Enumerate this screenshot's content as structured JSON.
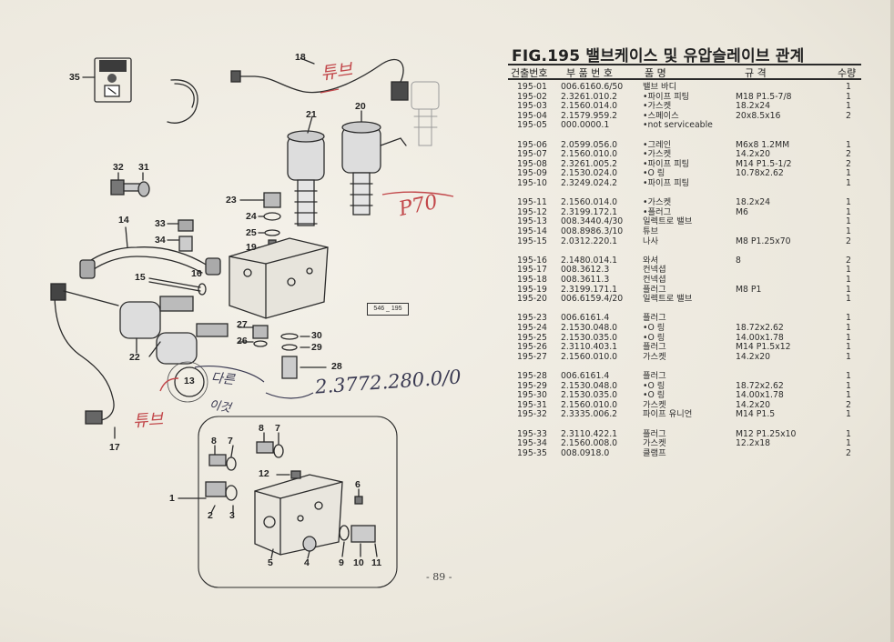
{
  "figure": {
    "title": "FIG.195 밸브케이스 및 유압슬레이브 관계",
    "headers": {
      "no": "건출번호",
      "part": "부 품 번 호",
      "name": "품 명",
      "spec": "규 격",
      "qty": "수량"
    },
    "ref_box": "546 _ 195",
    "page_number": "- 89 -"
  },
  "rows": [
    {
      "no": "195-01",
      "part": "006.6160.6/50",
      "name": "밸브 바디",
      "spec": "",
      "qty": "1"
    },
    {
      "no": "195-02",
      "part": "2.3261.010.2",
      "name": "•파이프 피팅",
      "spec": "M18 P1.5-7/8",
      "qty": "1"
    },
    {
      "no": "195-03",
      "part": "2.1560.014.0",
      "name": "•가스켓",
      "spec": "18.2x24",
      "qty": "1"
    },
    {
      "no": "195-04",
      "part": "2.1579.959.2",
      "name": "•스페이스",
      "spec": "20x8.5x16",
      "qty": "2"
    },
    {
      "no": "195-05",
      "part": "000.0000.1",
      "name": "•not serviceable",
      "spec": "",
      "qty": ""
    },
    {
      "no": "195-06",
      "part": "2.0599.056.0",
      "name": "•그레인",
      "spec": "M6x8  1.2MM",
      "qty": "1"
    },
    {
      "no": "195-07",
      "part": "2.1560.010.0",
      "name": "•가스켓",
      "spec": "14.2x20",
      "qty": "2"
    },
    {
      "no": "195-08",
      "part": "2.3261.005.2",
      "name": "•파이프 피팅",
      "spec": "M14 P1.5-1/2",
      "qty": "2"
    },
    {
      "no": "195-09",
      "part": "2.1530.024.0",
      "name": "•O 링",
      "spec": "10.78x2.62",
      "qty": "1"
    },
    {
      "no": "195-10",
      "part": "2.3249.024.2",
      "name": "•파이프 피팅",
      "spec": "",
      "qty": "1"
    },
    {
      "no": "195-11",
      "part": "2.1560.014.0",
      "name": "•가스켓",
      "spec": "18.2x24",
      "qty": "1"
    },
    {
      "no": "195-12",
      "part": "2.3199.172.1",
      "name": "•플러그",
      "spec": "M6",
      "qty": "1"
    },
    {
      "no": "195-13",
      "part": "008.3440.4/30",
      "name": "일렉트로 밸브",
      "spec": "",
      "qty": "1"
    },
    {
      "no": "195-14",
      "part": "008.8986.3/10",
      "name": "튜브",
      "spec": "",
      "qty": "1"
    },
    {
      "no": "195-15",
      "part": "2.0312.220.1",
      "name": "나사",
      "spec": "M8 P1.25x70",
      "qty": "2"
    },
    {
      "no": "195-16",
      "part": "2.1480.014.1",
      "name": "와셔",
      "spec": "8",
      "qty": "2"
    },
    {
      "no": "195-17",
      "part": "008.3612.3",
      "name": "컨넥셥",
      "spec": "",
      "qty": "1"
    },
    {
      "no": "195-18",
      "part": "008.3611.3",
      "name": "컨넥셥",
      "spec": "",
      "qty": "1"
    },
    {
      "no": "195-19",
      "part": "2.3199.171.1",
      "name": "플러그",
      "spec": "M8 P1",
      "qty": "1"
    },
    {
      "no": "195-20",
      "part": "006.6159.4/20",
      "name": "일렉트로 밸브",
      "spec": "",
      "qty": "1"
    },
    {
      "no": "195-23",
      "part": "006.6161.4",
      "name": "플러그",
      "spec": "",
      "qty": "1"
    },
    {
      "no": "195-24",
      "part": "2.1530.048.0",
      "name": "•O 링",
      "spec": "18.72x2.62",
      "qty": "1"
    },
    {
      "no": "195-25",
      "part": "2.1530.035.0",
      "name": "•O 링",
      "spec": "14.00x1.78",
      "qty": "1"
    },
    {
      "no": "195-26",
      "part": "2.3110.403.1",
      "name": "플러그",
      "spec": "M14 P1.5x12",
      "qty": "1"
    },
    {
      "no": "195-27",
      "part": "2.1560.010.0",
      "name": "가스켓",
      "spec": "14.2x20",
      "qty": "1"
    },
    {
      "no": "195-28",
      "part": "006.6161.4",
      "name": "플러그",
      "spec": "",
      "qty": "1"
    },
    {
      "no": "195-29",
      "part": "2.1530.048.0",
      "name": "•O 링",
      "spec": "18.72x2.62",
      "qty": "1"
    },
    {
      "no": "195-30",
      "part": "2.1530.035.0",
      "name": "•O 링",
      "spec": "14.00x1.78",
      "qty": "1"
    },
    {
      "no": "195-31",
      "part": "2.1560.010.0",
      "name": "가스켓",
      "spec": "14.2x20",
      "qty": "2"
    },
    {
      "no": "195-32",
      "part": "2.3335.006.2",
      "name": "파이프 유니언",
      "spec": "M14 P1.5",
      "qty": "1"
    },
    {
      "no": "195-33",
      "part": "2.3110.422.1",
      "name": "플러그",
      "spec": "M12 P1.25x10",
      "qty": "1"
    },
    {
      "no": "195-34",
      "part": "2.1560.008.0",
      "name": "가스켓",
      "spec": "12.2x18",
      "qty": "1"
    },
    {
      "no": "195-35",
      "part": "008.0918.0",
      "name": "클램프",
      "spec": "",
      "qty": "2"
    }
  ],
  "callouts": [
    "35",
    "18",
    "21",
    "20",
    "32",
    "31",
    "23",
    "24",
    "25",
    "19",
    "14",
    "33",
    "34",
    "15",
    "16",
    "27",
    "26",
    "30",
    "29",
    "28",
    "22",
    "13",
    "17",
    "8",
    "7",
    "8",
    "7",
    "12",
    "6",
    "1",
    "2",
    "3",
    "5",
    "4",
    "9",
    "10",
    "11"
  ],
  "handwriting": {
    "red_top": "튜브",
    "red_p70": "P70",
    "red_bottom": "튜브",
    "note_part": "2.3772.280.0/0",
    "note_circle": "다른",
    "note_small": "이것"
  },
  "colors": {
    "paper": "#efece3",
    "ink": "#2a2a2a",
    "red_ink": "#c2474a"
  }
}
